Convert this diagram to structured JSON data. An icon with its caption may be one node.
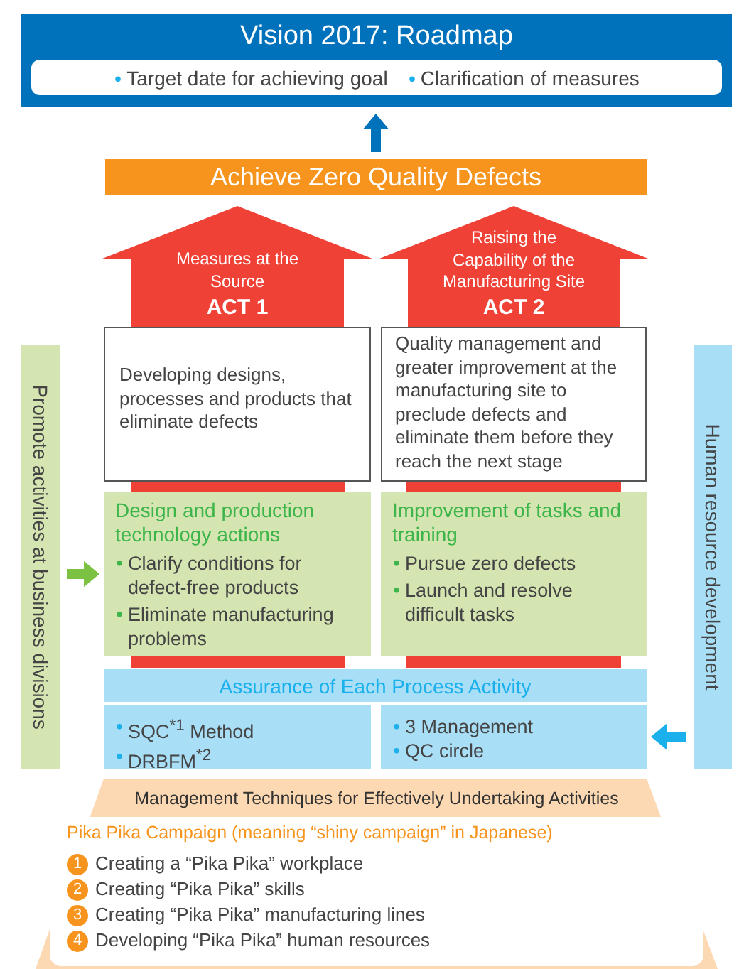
{
  "diagram": {
    "nodes": [
      {
        "text": [
          "Vision 2017: Roadmap"
        ]
      },
      {
        "text": [
          "Target date for achieving goal",
          "Clarification of measures"
        ],
        "in": 0
      },
      {
        "text": [
          "Achieve Zero Quality Defects"
        ]
      },
      {
        "text": [
          "Measures at the Source",
          "ACT 1"
        ]
      },
      {
        "text": [
          "Raising the Capability of the Manufacturing Site",
          "ACT 2"
        ]
      },
      {
        "text": [
          "Developing designs, processes and products that eliminate defects"
        ]
      },
      {
        "text": [
          "Quality management and greater improvement at the manufacturing site to preclude defects and eliminate them before they reach the next stage"
        ]
      },
      {
        "text": [
          "Design and production technology actions",
          "Clarify conditions for defect-free products",
          "Eliminate manufacturing problems"
        ]
      },
      {
        "text": [
          "Improvement of tasks and training",
          "Pursue zero defects",
          "Launch and resolve difficult tasks"
        ]
      },
      {
        "text": [
          "Assurance of Each Process Activity"
        ]
      },
      {
        "text": [
          "SQC$^{*1}$ Method",
          "DRBFM$^{*2}$"
        ]
      },
      {
        "text": [
          "3 Management",
          "QC circle"
        ]
      },
      {
        "text": [
          "Promote activities at business divisions"
        ]
      },
      {
        "text": [
          "Human resource development"
        ]
      },
      {
        "text": [
          "Management Techniques for Effectively Undertaking Activities"
        ]
      },
      {
        "text": [
          "Pika Pika Campaign (meaning “shiny campaign” in Japanese)",
          "Creating a “Pika Pika” workplace",
          "Creating “Pika Pika” skills",
          "Creating “Pika Pika” manufacturing lines",
          "Developing “Pika Pika” human resources"
        ],
        "in": 14
      }
    ],
    "edges": [
      {
        "from": 2,
        "to": 0,
        "arrow": "to",
        "color": "#0072bc"
      },
      {
        "from": 12,
        "to": 7,
        "arrow": "to",
        "color": "#7cc242"
      },
      {
        "from": 13,
        "to": 11,
        "arrow": "to",
        "color": "#1ab0ec"
      }
    ],
    "labels": [
      "1",
      "2",
      "3",
      "4"
    ]
  }
}
